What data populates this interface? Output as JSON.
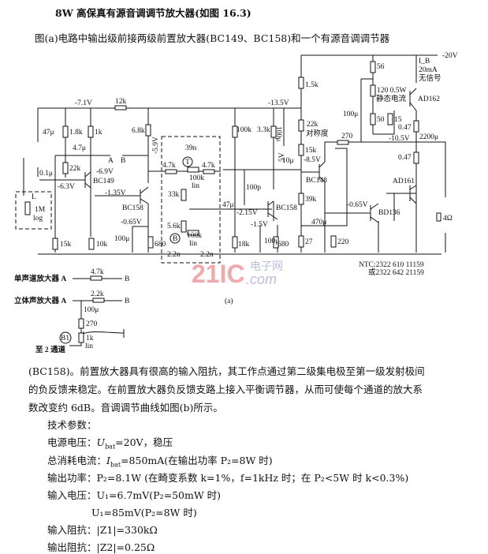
{
  "heading": "8W 高保真有源音调调节放大器(如图 16.3)",
  "intro": "图(a)电路中输出级前接两级前置放大器(BC149、BC158)和一个有源音调调节器",
  "diagram": {
    "caption": "(a)",
    "labels": [
      "-7.1V",
      "12k",
      "47μ",
      "1.8k",
      "1k",
      "4.7μ",
      "A",
      "B",
      "22k",
      "-6.9V",
      "BC149",
      "0.1μ",
      "-6.3V",
      "L",
      "1M",
      "log",
      "15k",
      "10k",
      "-1.35V",
      "BC158",
      "-0.65V",
      "100μ",
      "680",
      "6.8k",
      "-5.9V",
      "4.7k",
      "39n",
      "T",
      "100k",
      "lin",
      "4.7k",
      "33k",
      "5.6k",
      "B",
      "100k",
      "lin",
      "2.2n",
      "2.2n",
      "47μ",
      "-2.15V",
      "100k",
      "3.3k",
      "100μ",
      "-13.5V",
      "1.5k",
      "22k",
      "对称度",
      "15k",
      "-8.5V",
      "5V",
      "10μ",
      "100p",
      "BC158",
      "-1.5V",
      "100μ",
      "680",
      "18k",
      "BC148",
      "39k",
      "470μ",
      "27",
      "220",
      "270",
      "56",
      "120  0.5W",
      "100μ",
      "静态电流",
      "50",
      "15",
      "-20V",
      "I_B",
      "20mA",
      "无信号",
      "AD162",
      "0.47",
      "-10.5V",
      "2200μ",
      "0.47",
      "AD161",
      "-0.65V",
      "BD136",
      "4Ω",
      "NTC:2322 610 11159",
      "或2322 642 21159"
    ],
    "mono": {
      "label": "单声道放大器 A",
      "resistor": "4.7k",
      "b": "B"
    },
    "stereo": {
      "label": "立体声放大器 A",
      "resistor": "2.2k",
      "b": "B",
      "cap": "100μ",
      "r2": "270",
      "pot_id": "B1",
      "pot_val": "1k",
      "pot_type": "lin",
      "to": "至 2 通道"
    },
    "watermark": {
      "logo": "21IC",
      "cn": "电子网",
      "dom": ".com"
    }
  },
  "body": [
    "(BC158)。前置放大器具有很高的输入阻抗，其工作点通过第二级集电极至第一级发射极间",
    "的负反馈来稳定。在前置放大器负反馈支路上接入平衡调节器，从而可使每个通道的放大系",
    "数改变约 6dB。音调调节曲线如图(b)所示。"
  ],
  "params": {
    "heading": "技术参数：",
    "supply": {
      "label": "电源电压：",
      "sym": "U",
      "sub": "bat",
      "value": "=20V，稳压"
    },
    "current": {
      "label": "总消耗电流：",
      "sym": "I",
      "sub": "bat",
      "value": "=850mA(在输出功率 P₂=8W 时)"
    },
    "power": {
      "label": "输出功率：",
      "value": "P₂=8.1W (在畸变系数 k=1%，f=1kHz 时；在 P₂<5W 时 k<0.3%)"
    },
    "input_v1": {
      "label": "输入电压：",
      "value": "U₁=6.7mV(P₂=50mW 时)"
    },
    "input_v2": "U₁=85mV(P₂=8W 时)",
    "zin": {
      "label": "输入阻抗：",
      "value": "|Z1|=330kΩ"
    },
    "zout": {
      "label": "输出阻抗：",
      "value": "|Z2|=0.25Ω"
    }
  }
}
